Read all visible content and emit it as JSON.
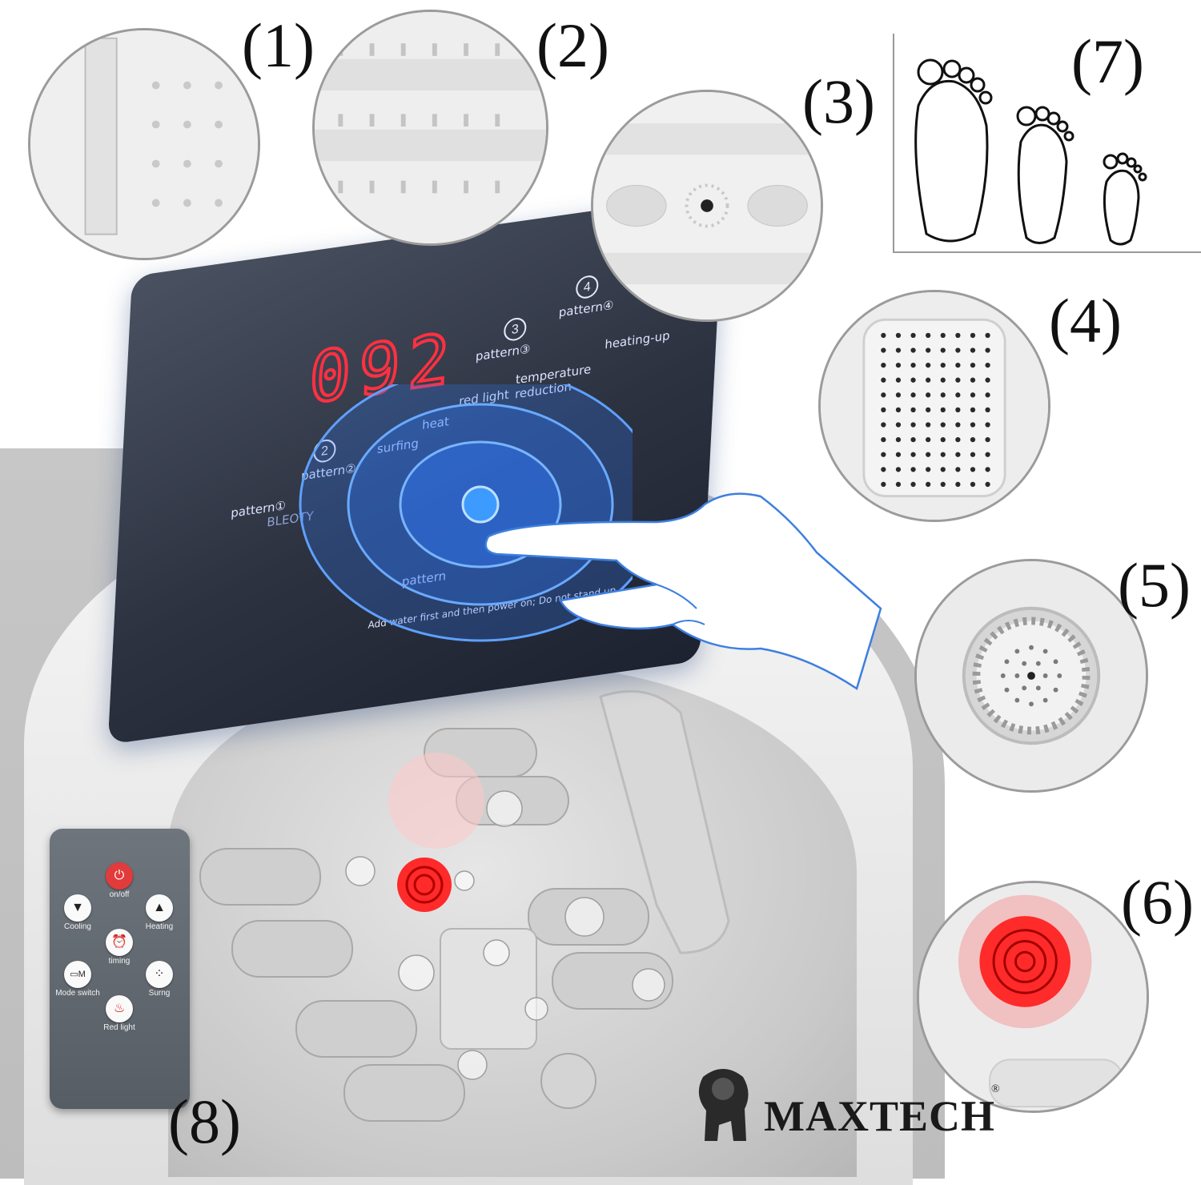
{
  "callouts": {
    "c1": "(1)",
    "c2": "(2)",
    "c3": "(3)",
    "c4": "(4)",
    "c5": "(5)",
    "c6": "(6)",
    "c7": "(7)",
    "c8": "(8)"
  },
  "panel": {
    "display": "092",
    "labels": {
      "pattern1": "pattern①",
      "pattern2": "pattern②",
      "pattern3": "pattern③",
      "pattern4": "pattern④",
      "surfing": "surfing",
      "heat": "heat",
      "red_light": "red light",
      "temperature_reduction": "temperature reduction",
      "heating_up": "heating-up",
      "brand": "BLEOTY",
      "pattern": "pattern",
      "warning": "Add water first and then power on; Do not stand up."
    },
    "num_icons": {
      "n2": "2",
      "n3": "3",
      "n4": "4"
    }
  },
  "remote": {
    "on_off": "on/off",
    "cooling": "Cooling",
    "heating": "Heating",
    "timing": "timing",
    "mode_switch": "Mode switch",
    "surfing": "Surng",
    "red_light": "Red light"
  },
  "brand": {
    "name": "MAXTECH",
    "registered": "®"
  },
  "colors": {
    "red_light": "#ff2a2a",
    "panel_dark": "#2c3240",
    "ripple_blue": "#2f7bff",
    "display_red": "#ff3040"
  }
}
